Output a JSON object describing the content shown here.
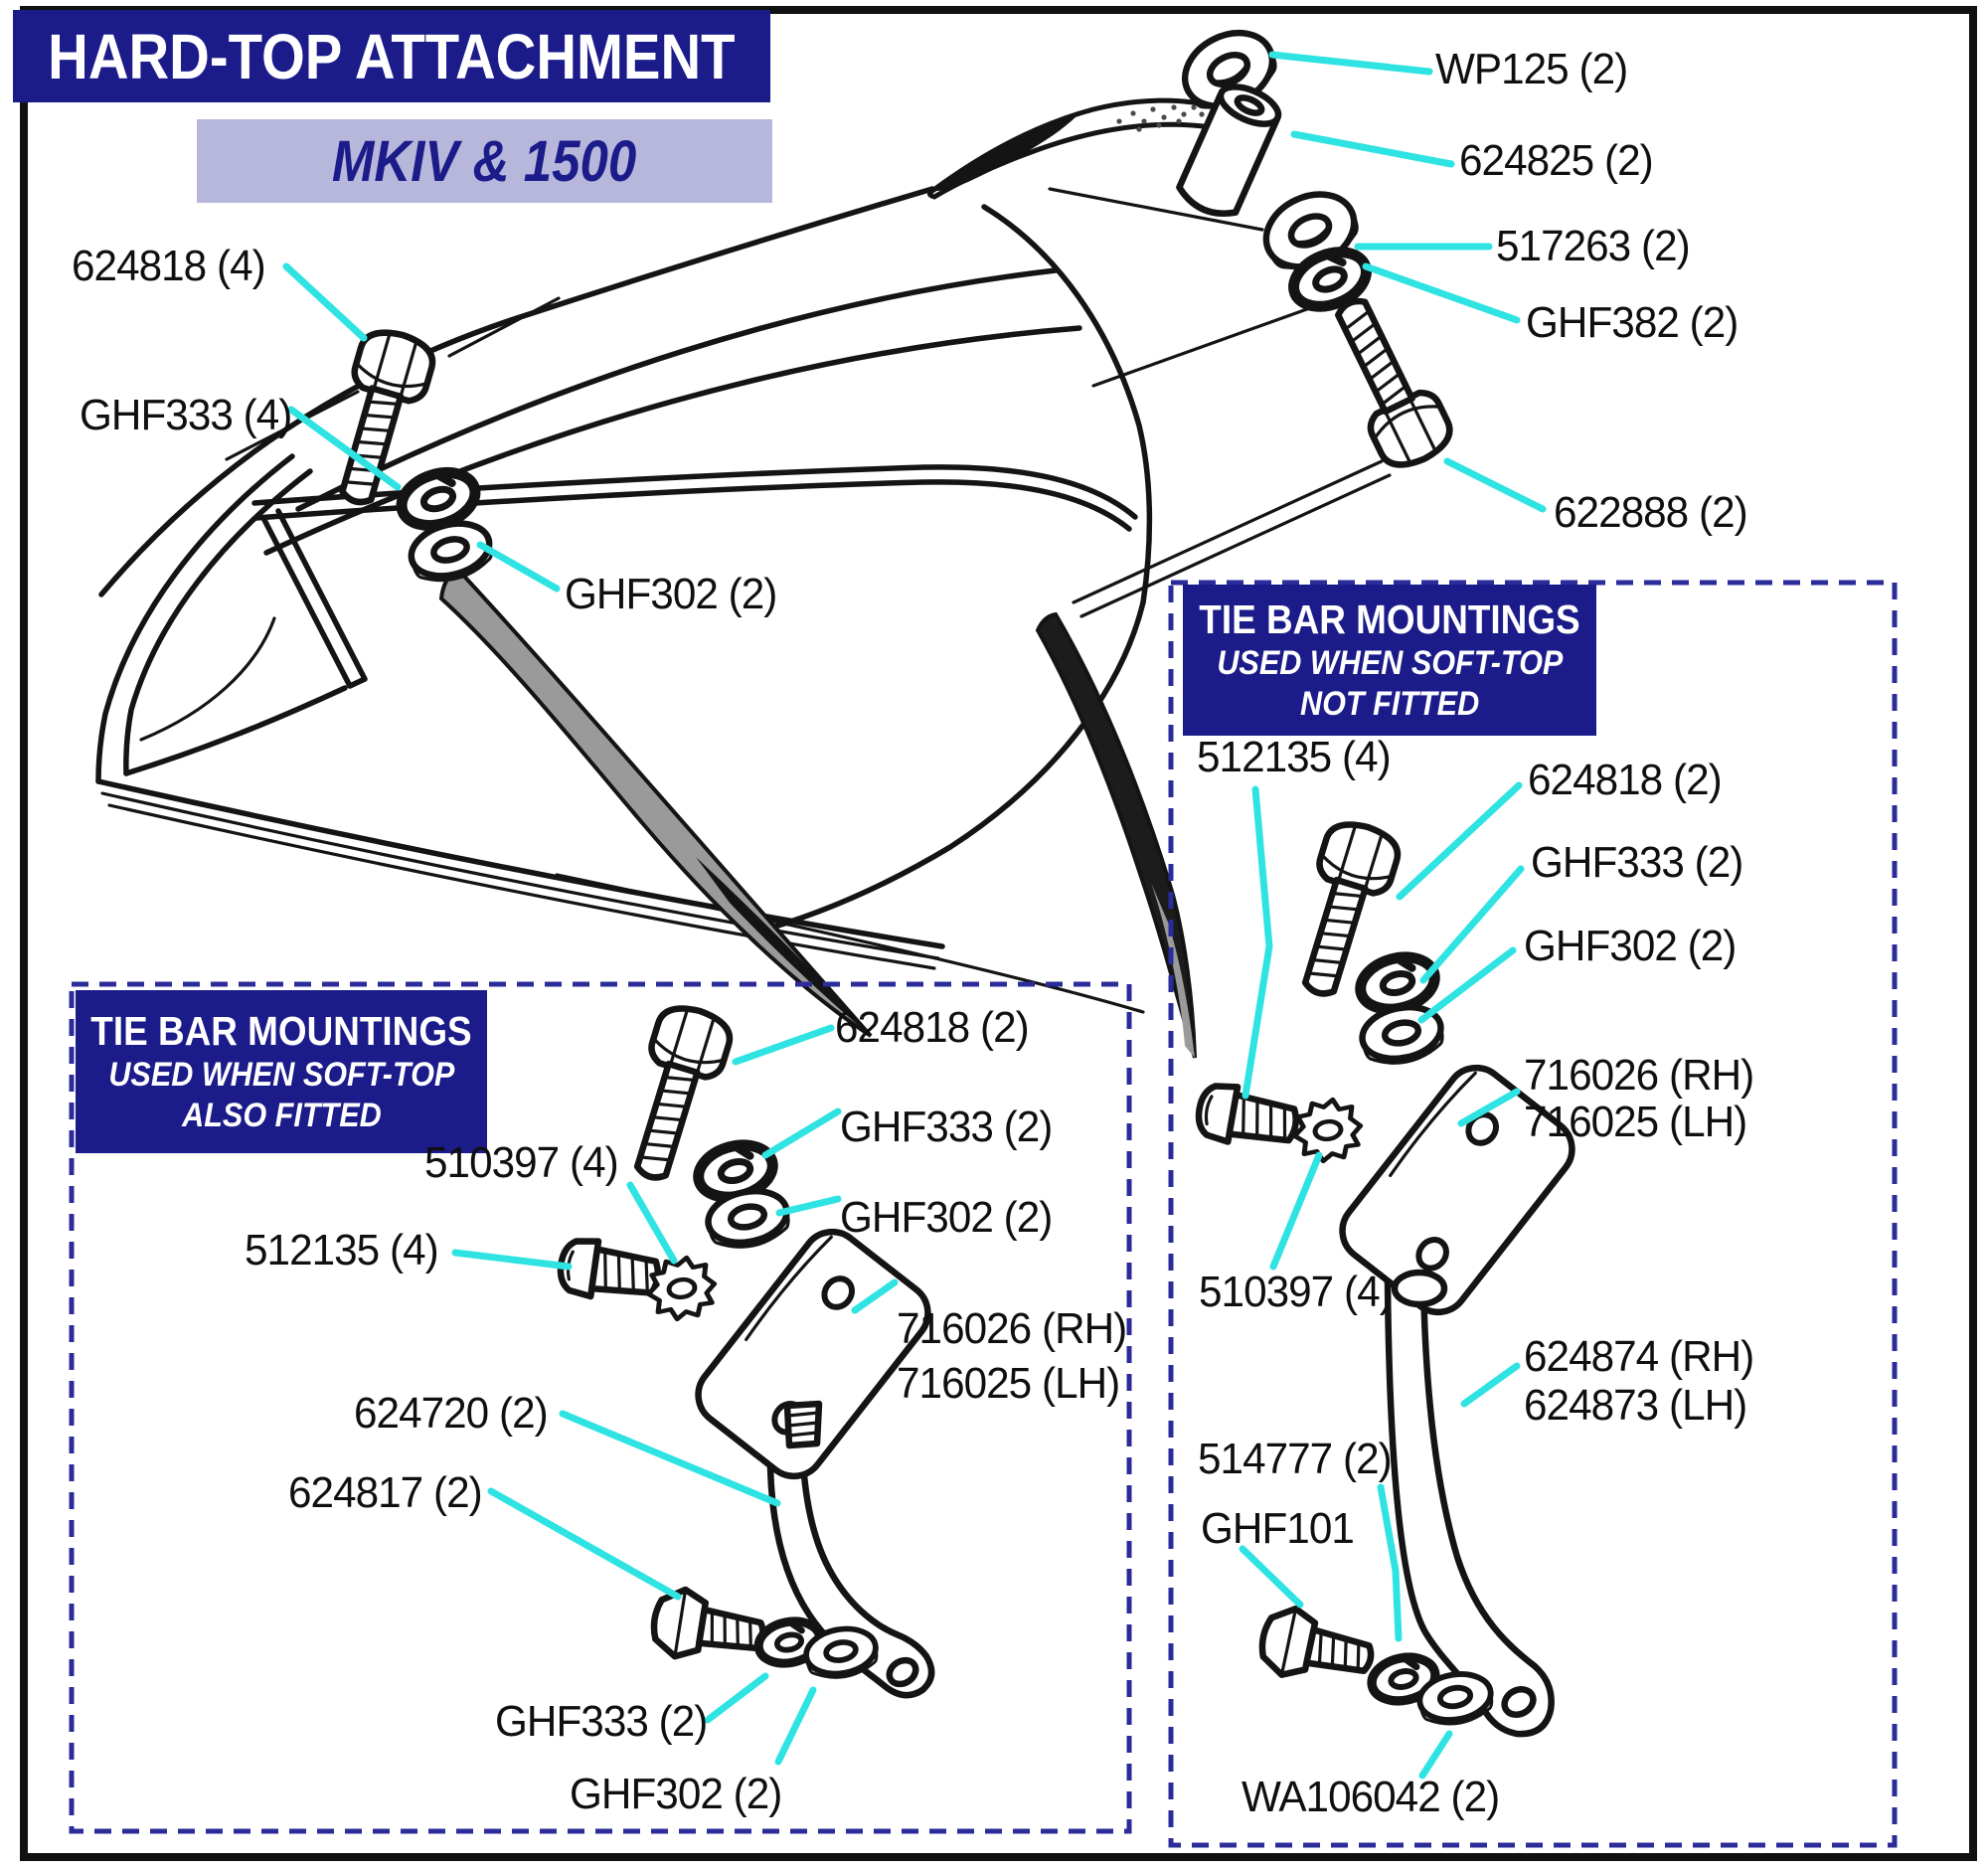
{
  "title": "HARD-TOP ATTACHMENT",
  "subtitle": "MKIV & 1500",
  "colors": {
    "header_navy": "#1b1b8a",
    "subtitle_lavender": "#b7b7dc",
    "leader_line_cyan": "#2fe3e3",
    "drawing_ink": "#141414"
  },
  "main_diagram": {
    "description": "Exploded view of hard-top roof fixings",
    "labels": [
      "624818 (4)",
      "GHF333 (4)",
      "GHF302 (2)",
      "WP125 (2)",
      "624825 (2)",
      "517263 (2)",
      "GHF382 (2)",
      "622888 (2)"
    ]
  },
  "boxes": {
    "also_fitted": {
      "heading": [
        "TIE BAR MOUNTINGS",
        "USED WHEN SOFT-TOP",
        "ALSO FITTED"
      ],
      "labels": [
        "624818 (2)",
        "GHF333 (2)",
        "GHF302 (2)",
        "510397 (4)",
        "512135 (4)",
        "716026 (RH)",
        "716025 (LH)",
        "624720 (2)",
        "624817 (2)",
        "GHF333 (2)",
        "GHF302 (2)"
      ]
    },
    "not_fitted": {
      "heading": [
        "TIE BAR MOUNTINGS",
        "USED WHEN SOFT-TOP",
        "NOT FITTED"
      ],
      "labels": [
        "512135 (4)",
        "624818 (2)",
        "GHF333 (2)",
        "GHF302 (2)",
        "716026 (RH)",
        "716025 (LH)",
        "510397 (4)",
        "624874 (RH)",
        "624873 (LH)",
        "514777 (2)",
        "GHF101",
        "WA106042 (2)"
      ]
    }
  }
}
